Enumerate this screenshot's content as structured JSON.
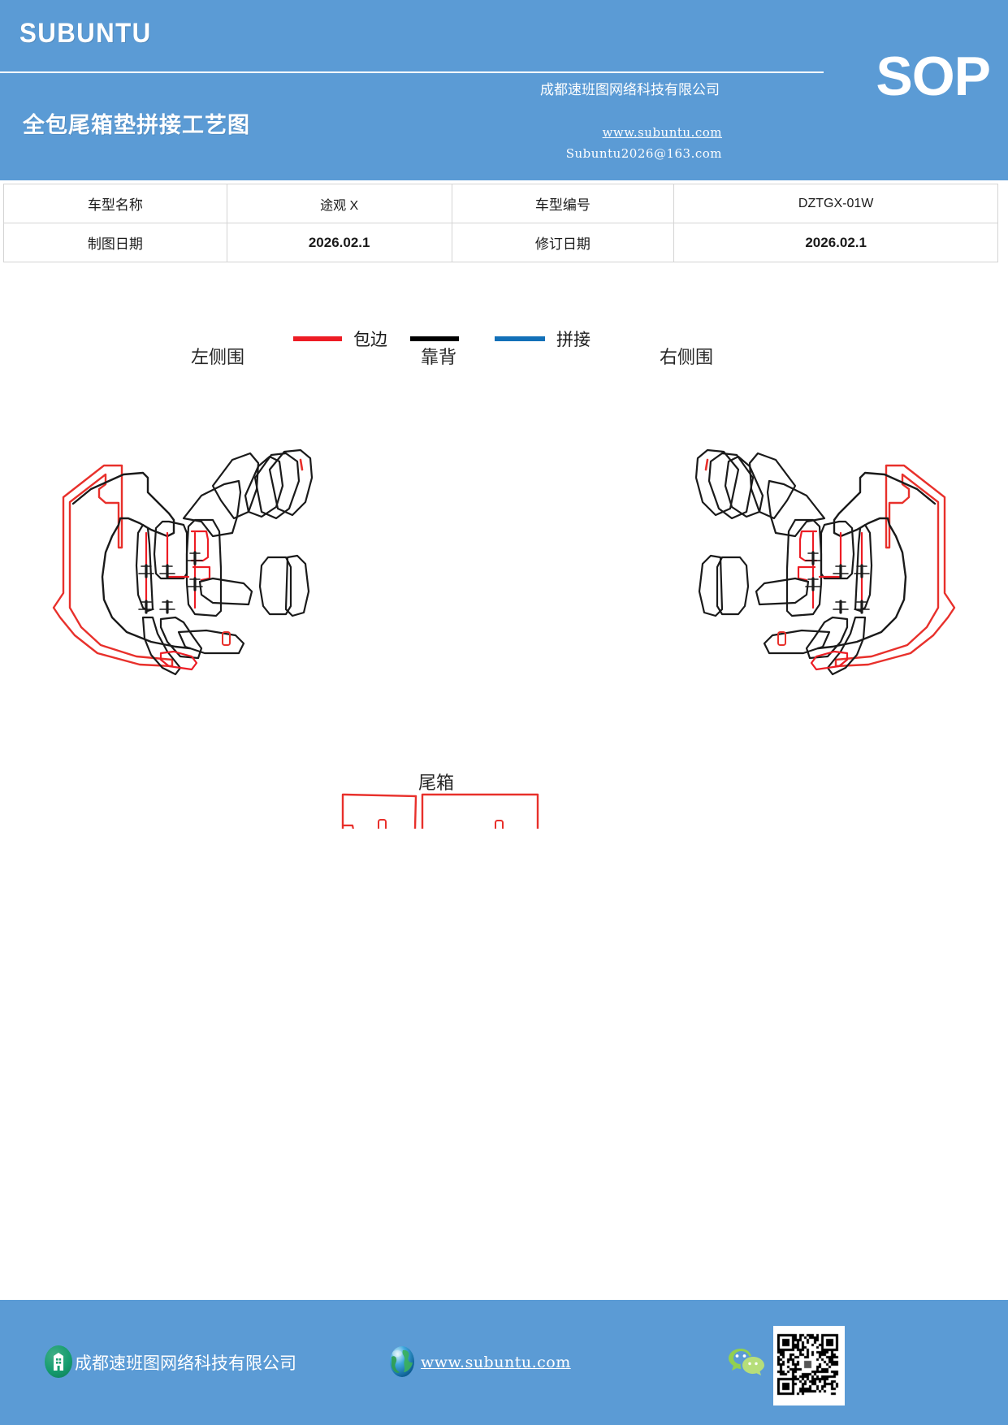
{
  "header": {
    "brand": "SUBUNTU",
    "badge": "SOP",
    "doc_title": "全包尾箱垫拼接工艺图",
    "company": "成都速班图网络科技有限公司",
    "website": "www.subuntu.com",
    "email": "Subuntu2026@163.com",
    "bg_color": "#5b9bd5"
  },
  "info_table": {
    "rows": [
      {
        "label1": "车型名称",
        "value1": "途观 X",
        "label2": "车型编号",
        "value2": "DZTGX-01W"
      },
      {
        "label1": "制图日期",
        "value1": "2026.02.1",
        "label2": "修订日期",
        "value2": "2026.02.1"
      }
    ]
  },
  "legend": {
    "items": [
      {
        "label": "包边",
        "color": "#ed1c24",
        "icon": "line-swatch-red"
      },
      {
        "label": "拼接",
        "color": "#000000",
        "color2": "#1270b8",
        "icon": "line-swatch-black-blue"
      }
    ]
  },
  "sections": {
    "left_side": "左侧围",
    "backrest": "靠背",
    "right_side": "右侧围",
    "trunk": "尾箱"
  },
  "drawing": {
    "bind_color": "#e8302b",
    "seam_color": "#1a1a1a",
    "stitch_color": "#ed1c24"
  },
  "footer": {
    "company": "成都速班图网络科技有限公司",
    "website": "www.subuntu.com",
    "bg_color": "#5b9bd5",
    "icons": [
      "building-icon",
      "globe-icon",
      "wechat-icon",
      "qr-code"
    ]
  }
}
